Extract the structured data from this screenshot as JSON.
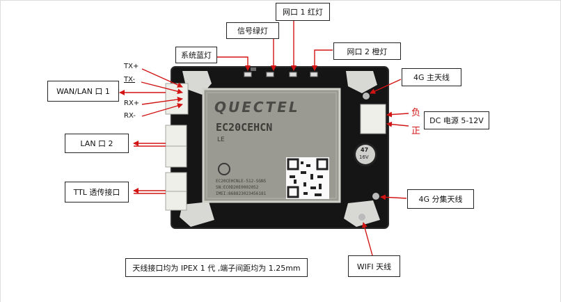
{
  "labels": {
    "wan_lan": "WAN/LAN 口 1",
    "lan2": "LAN 口 2",
    "ttl": "TTL 透传接口",
    "sys_led": "系统蓝灯",
    "signal_led": "信号绿灯",
    "port1_led": "网口 1  红灯",
    "port2_led": "网口 2  橙灯",
    "main_ant": "4G 主天线",
    "dc_power": "DC 电源 5-12V",
    "div_ant": "4G 分集天线",
    "wifi_ant": "WIFI 天线",
    "note": "天线接口均为 IPEX 1 代 ,端子间距均为 1.25mm"
  },
  "pins": {
    "txp": "TX+",
    "txn": "TX-",
    "rxp": "RX+",
    "rxn": "RX-"
  },
  "polarity": {
    "neg": "负",
    "pos": "正"
  },
  "module": {
    "brand": "QUECTEL",
    "model": "EC20CEHCN",
    "sub": "LE",
    "line1": "EC20CEHCNLE-512-SGNS",
    "line2": "SN:EC0D20E0002052",
    "line3": "IMEI:868823023456181"
  },
  "capacitor": {
    "value": "47",
    "rating": "16V"
  },
  "colors": {
    "board": "#141414",
    "arrow": "#d21414",
    "shield": "#9a9a92"
  }
}
